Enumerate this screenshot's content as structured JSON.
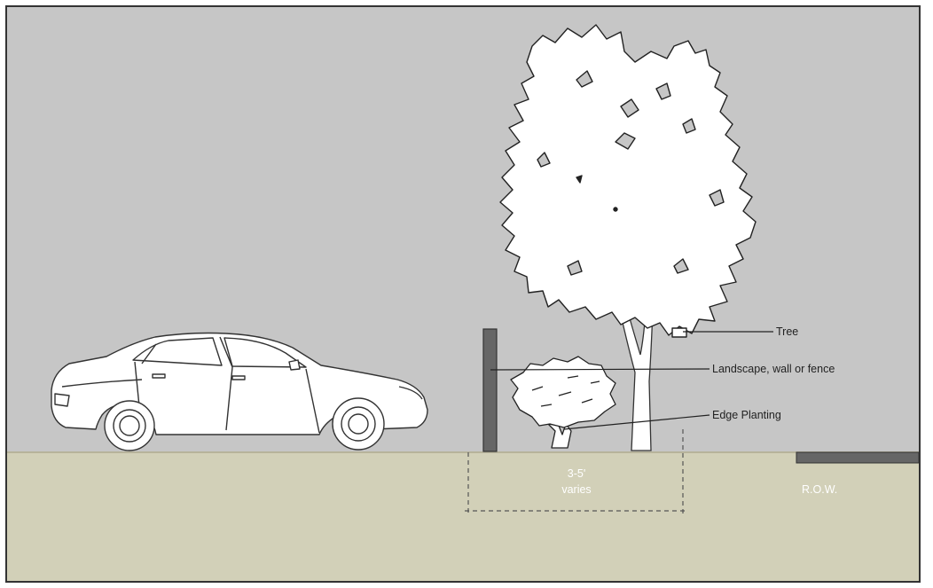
{
  "labels": {
    "tree": "Tree",
    "wall": "Landscape, wall or fence",
    "planting": "Edge Planting",
    "row": "R.O.W."
  },
  "dimension": {
    "line1": "3-5'",
    "line2": "varies"
  },
  "colors": {
    "sky": "#c6c6c6",
    "ground": "#d2d0b8",
    "ground_line": "#b7b39b",
    "frame": "#333333",
    "wall": "#666666",
    "row_bar": "#666666"
  }
}
